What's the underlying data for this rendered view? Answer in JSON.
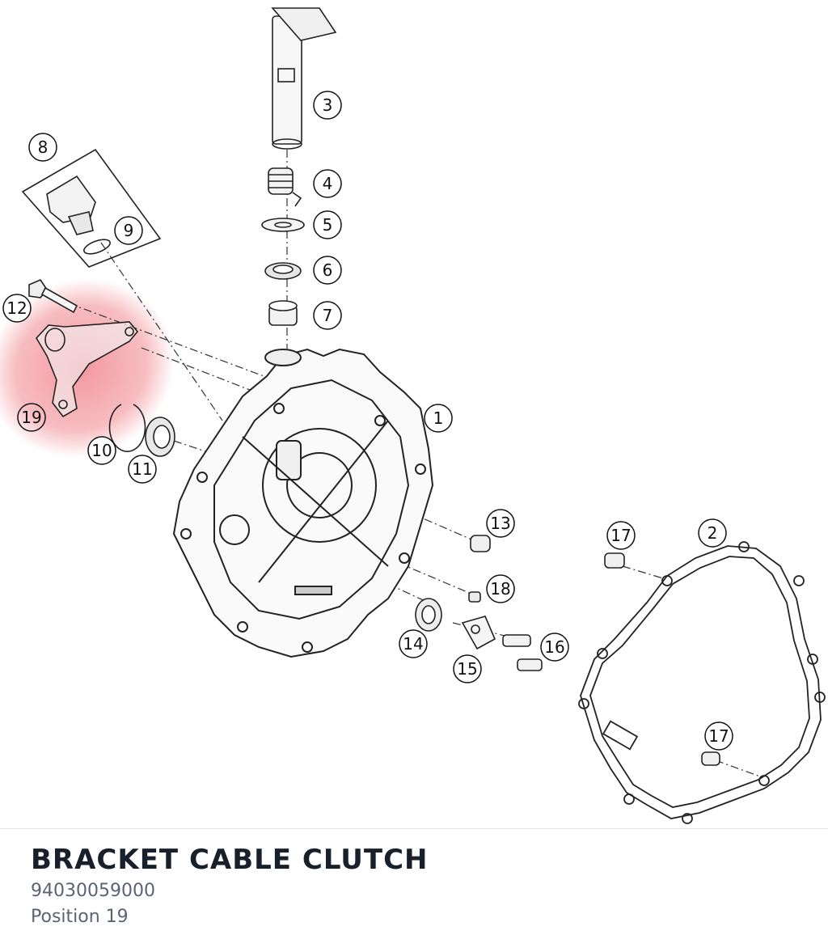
{
  "diagram": {
    "callouts": [
      "1",
      "2",
      "3",
      "4",
      "5",
      "6",
      "7",
      "8",
      "9",
      "10",
      "11",
      "12",
      "13",
      "14",
      "15",
      "16",
      "17",
      "17",
      "18",
      "19"
    ],
    "highlight_color": "#e8434f",
    "highlighted_callout": "19"
  },
  "caption": {
    "part_name": "BRACKET CABLE CLUTCH",
    "part_number": "94030059000",
    "position": "Position 19"
  }
}
